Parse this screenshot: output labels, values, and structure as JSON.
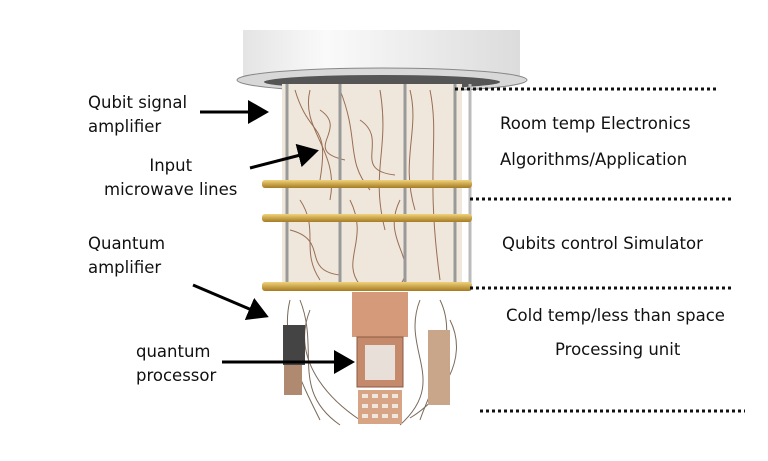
{
  "left_labels": {
    "qubit_signal_amplifier": [
      "Qubit signal",
      "amplifier"
    ],
    "input_microwave_lines": [
      "Input",
      "microwave lines"
    ],
    "quantum_amplifier": [
      "Quantum",
      "amplifier"
    ],
    "quantum_processor": [
      "quantum",
      "processor"
    ]
  },
  "right_labels": {
    "room_temp": "Room temp Electronics",
    "algorithms": "Algorithms/Application",
    "qubits_control": "Qubits control Simulator",
    "cold_temp": "Cold temp/less than space",
    "processing_unit": "Processing unit"
  },
  "colors": {
    "gold": "#c9a13a",
    "copper": "#d49a7a",
    "wire": "#8a5a3c",
    "text": "#111111"
  }
}
